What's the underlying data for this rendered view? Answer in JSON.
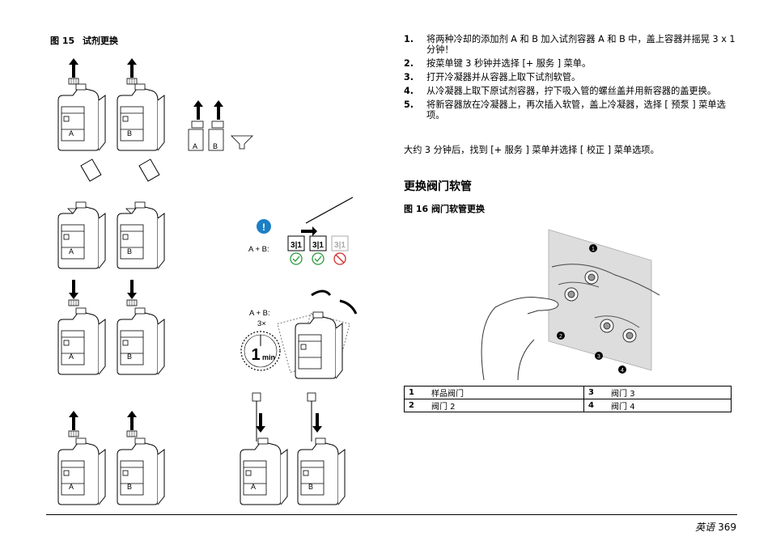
{
  "figure15": {
    "number": "图 15",
    "title": "试剂更换"
  },
  "figure15_labels": {
    "container_a": "A",
    "container_b": "B",
    "a_plus_b_1": "A + B:",
    "a_plus_b_2": "A + B:",
    "times": "3×",
    "timer_value": "1",
    "timer_unit": "min",
    "date_label": "3|1"
  },
  "steps": [
    {
      "num": "1.",
      "text": "将两种冷却的添加剂 A 和 B 加入试剂容器 A 和 B 中，盖上容器并摇晃 3 x 1 分钟！"
    },
    {
      "num": "2.",
      "text": "按菜单键 3 秒钟并选择 [+ 服务 ] 菜单。"
    },
    {
      "num": "3.",
      "text": "打开冷凝器并从容器上取下试剂软管。"
    },
    {
      "num": "4.",
      "text": "从冷凝器上取下原试剂容器，拧下吸入管的螺丝盖并用新容器的盖更换。"
    },
    {
      "num": "5.",
      "text": "将新容器放在冷凝器上，再次插入软管，盖上冷凝器，选择 [ 预泵 ] 菜单选项。"
    }
  ],
  "after_text": "大约 3 分钟后，找到 [+ 服务 ] 菜单并选择 [ 校正 ] 菜单选项。",
  "section_title": "更换阀门软管",
  "figure16": {
    "number": "图 16",
    "title": "阀门软管更换"
  },
  "figure16_callouts": [
    "1",
    "2",
    "3",
    "4"
  ],
  "legend": [
    [
      {
        "key": "1",
        "label": "样品阀门"
      },
      {
        "key": "3",
        "label": "阀门 3"
      }
    ],
    [
      {
        "key": "2",
        "label": "阀门 2"
      },
      {
        "key": "4",
        "label": "阀门 4"
      }
    ]
  ],
  "footer": {
    "language": "英语",
    "page": "369"
  }
}
